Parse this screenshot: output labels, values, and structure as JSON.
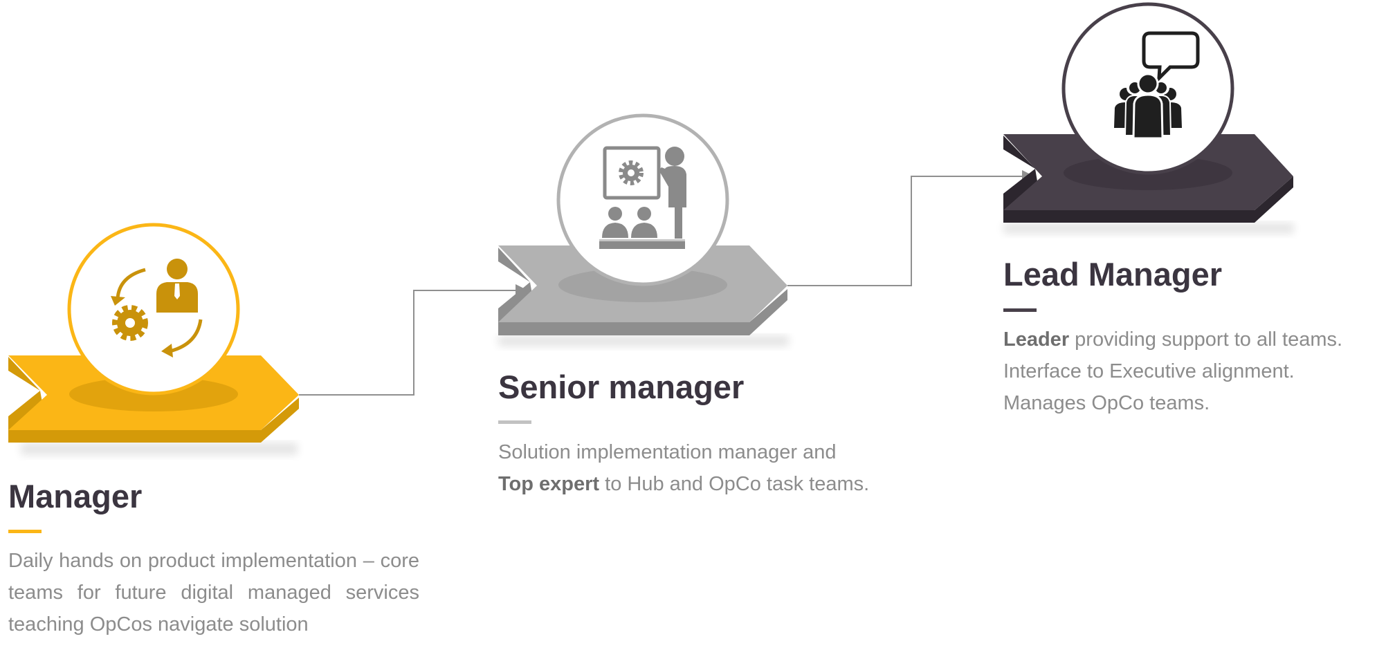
{
  "colors": {
    "manager": "#fbb616",
    "manager_dark": "#d49a09",
    "manager_icon": "#c9920b",
    "senior": "#b2b2b2",
    "senior_dark": "#8e8e8e",
    "senior_icon": "#8a8a8a",
    "lead": "#48404a",
    "lead_dark": "#2c262e",
    "lead_icon": "#1f1f1f",
    "connector": "#8f8f8f",
    "title_text": "#3b3540",
    "body_text": "#8c8c8c"
  },
  "steps": [
    {
      "title": "Manager",
      "icon": "manager-cycle-gear-person-icon",
      "desc": {
        "text": "Daily hands on product implementation – core teams for future digital managed services teaching OpCos navigate solution"
      }
    },
    {
      "title": "Senior manager",
      "icon": "presenter-board-audience-icon",
      "desc": {
        "line1": "Solution implementation manager and",
        "bold": "Top expert",
        "rest": "to Hub and OpCo task teams."
      }
    },
    {
      "title": "Lead Manager",
      "icon": "team-speech-bubble-icon",
      "desc": {
        "bold": "Leader",
        "rest1": "providing support to all teams.",
        "line2": "Interface to Executive alignment.",
        "line3": "Manages OpCo teams."
      }
    }
  ]
}
